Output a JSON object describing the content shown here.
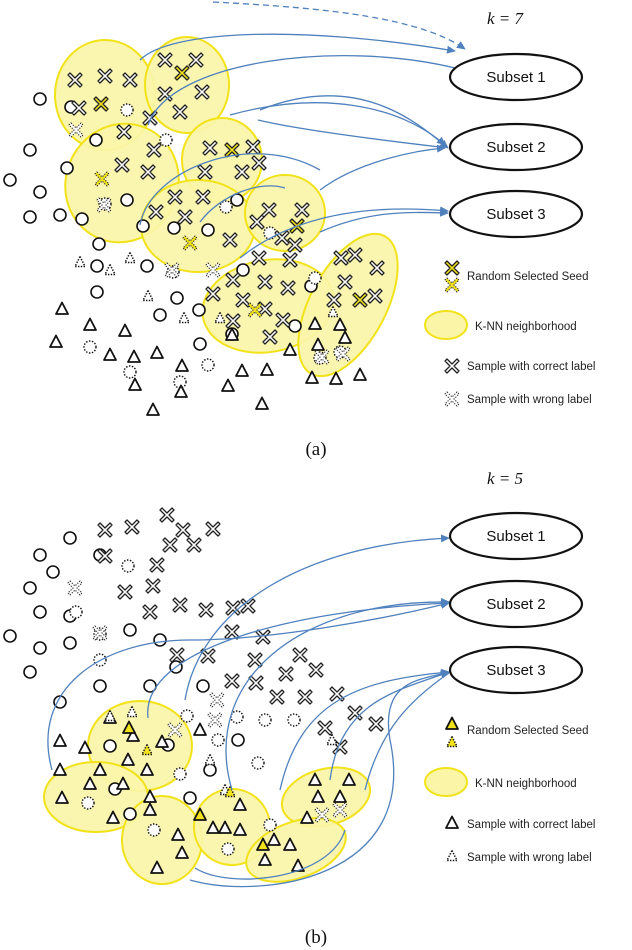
{
  "panels": [
    {
      "id": "a",
      "k_label": "k = 7",
      "caption": "(a)",
      "subsets": [
        "Subset 1",
        "Subset 2",
        "Subset 3"
      ],
      "legend": [
        {
          "text": "Random Selected Seed",
          "icon": "seed-cross-icon"
        },
        {
          "text": "K-NN neighborhood",
          "icon": "yellow-ellipse-icon"
        },
        {
          "text": "Sample with correct label",
          "icon": "cross-icon"
        },
        {
          "text": "Sample with wrong label",
          "icon": "dotted-cross-icon"
        }
      ]
    },
    {
      "id": "b",
      "k_label": "k = 5",
      "caption": "(b)",
      "subsets": [
        "Subset 1",
        "Subset 2",
        "Subset 3"
      ],
      "legend": [
        {
          "text": "Random Selected Seed",
          "icon": "seed-triangle-icon"
        },
        {
          "text": "K-NN neighborhood",
          "icon": "yellow-ellipse-icon"
        },
        {
          "text": "Sample with correct label",
          "icon": "triangle-icon"
        },
        {
          "text": "Sample with wrong label",
          "icon": "dotted-triangle-icon"
        }
      ]
    }
  ],
  "colors": {
    "neighborhood_fill": "#fbf5a8",
    "neighborhood_stroke": "#f2e21a",
    "seed_fill": "#f2e21a",
    "arrow": "#4f81bd"
  }
}
